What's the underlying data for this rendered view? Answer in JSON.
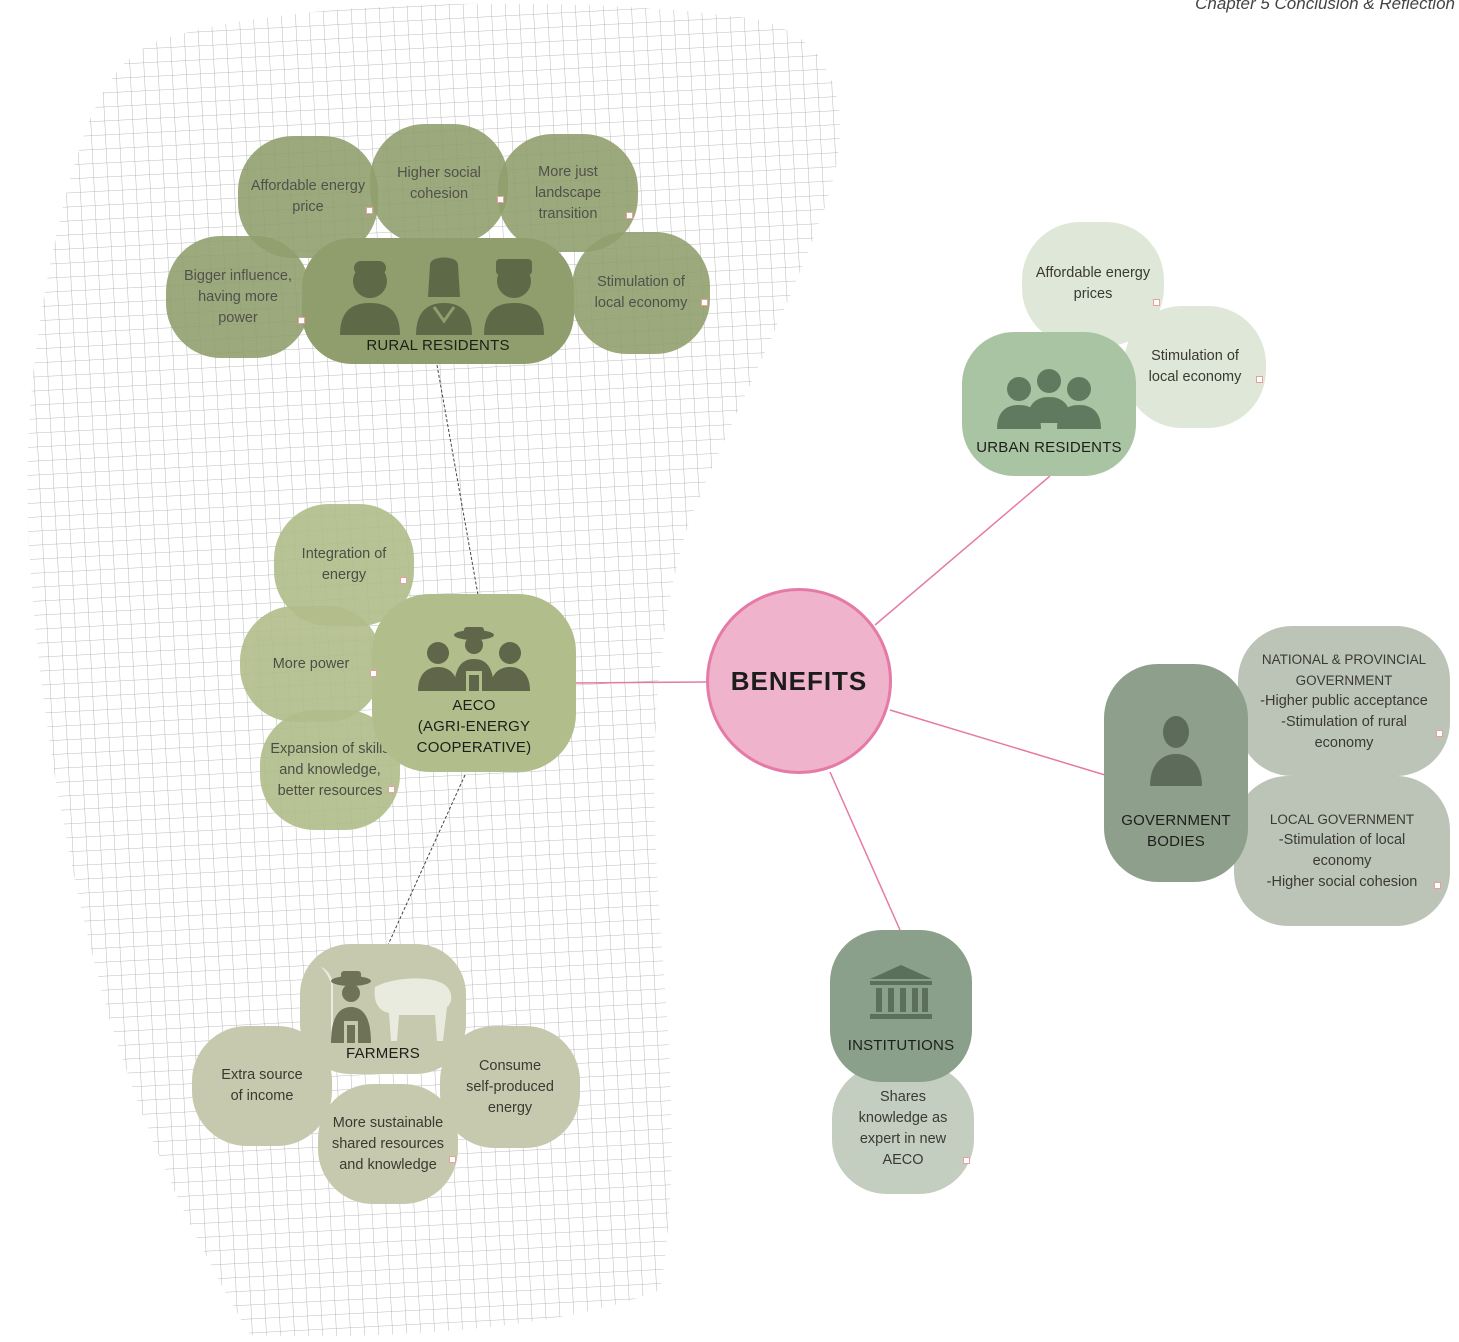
{
  "header": {
    "chapter": "Chapter 5 Conclusion & Reflection"
  },
  "center": {
    "label": "BENEFITS"
  },
  "rural_residents": {
    "label": "RURAL RESIDENTS",
    "benefits": {
      "energy_price": "Affordable energy\nprice",
      "social_cohesion": "Higher social\ncohesion",
      "landscape": "More just\nlandscape\ntransition",
      "influence": "Bigger influence,\nhaving more\npower",
      "economy": "Stimulation of\nlocal economy"
    }
  },
  "urban_residents": {
    "label": "URBAN RESIDENTS",
    "benefits": {
      "energy_prices": "Affordable energy\nprices",
      "economy": "Stimulation of\nlocal economy"
    }
  },
  "aeco": {
    "label": "AECO\n(AGRI-ENERGY\nCOOPERATIVE)",
    "benefits": {
      "integration": "Integration of\nenergy",
      "power": "More power",
      "skills": "Expansion of skills\nand knowledge,\nbetter resources"
    }
  },
  "government": {
    "label": "GOVERNMENT\nBODIES",
    "national": {
      "title": "NATIONAL & PROVINCIAL\nGOVERNMENT",
      "text": "-Higher public acceptance\n-Stimulation of rural\neconomy"
    },
    "local": {
      "title": "LOCAL GOVERNMENT",
      "text": "-Stimulation of local\neconomy\n-Higher social cohesion"
    }
  },
  "farmers": {
    "label": "FARMERS",
    "benefits": {
      "income": "Extra source\nof income",
      "sustainable": "More sustainable\nshared resources\nand knowledge",
      "consume": "Consume\nself-produced\nenergy"
    }
  },
  "institutions": {
    "label": "INSTITUTIONS",
    "benefits": {
      "knowledge": "Shares\nknowledge as\nexpert in new\nAECO"
    }
  },
  "colors": {
    "center_fill": "#efb4cc",
    "center_stroke": "#e57aa7",
    "connector": "#e57aa7",
    "rural": "#8f9e6c",
    "aeco": "#b1bd8a",
    "farmers": "#c6c9ad",
    "urban": "#a9c4a2",
    "government": "#8e9f8c",
    "institutions": "#8aa08a"
  }
}
